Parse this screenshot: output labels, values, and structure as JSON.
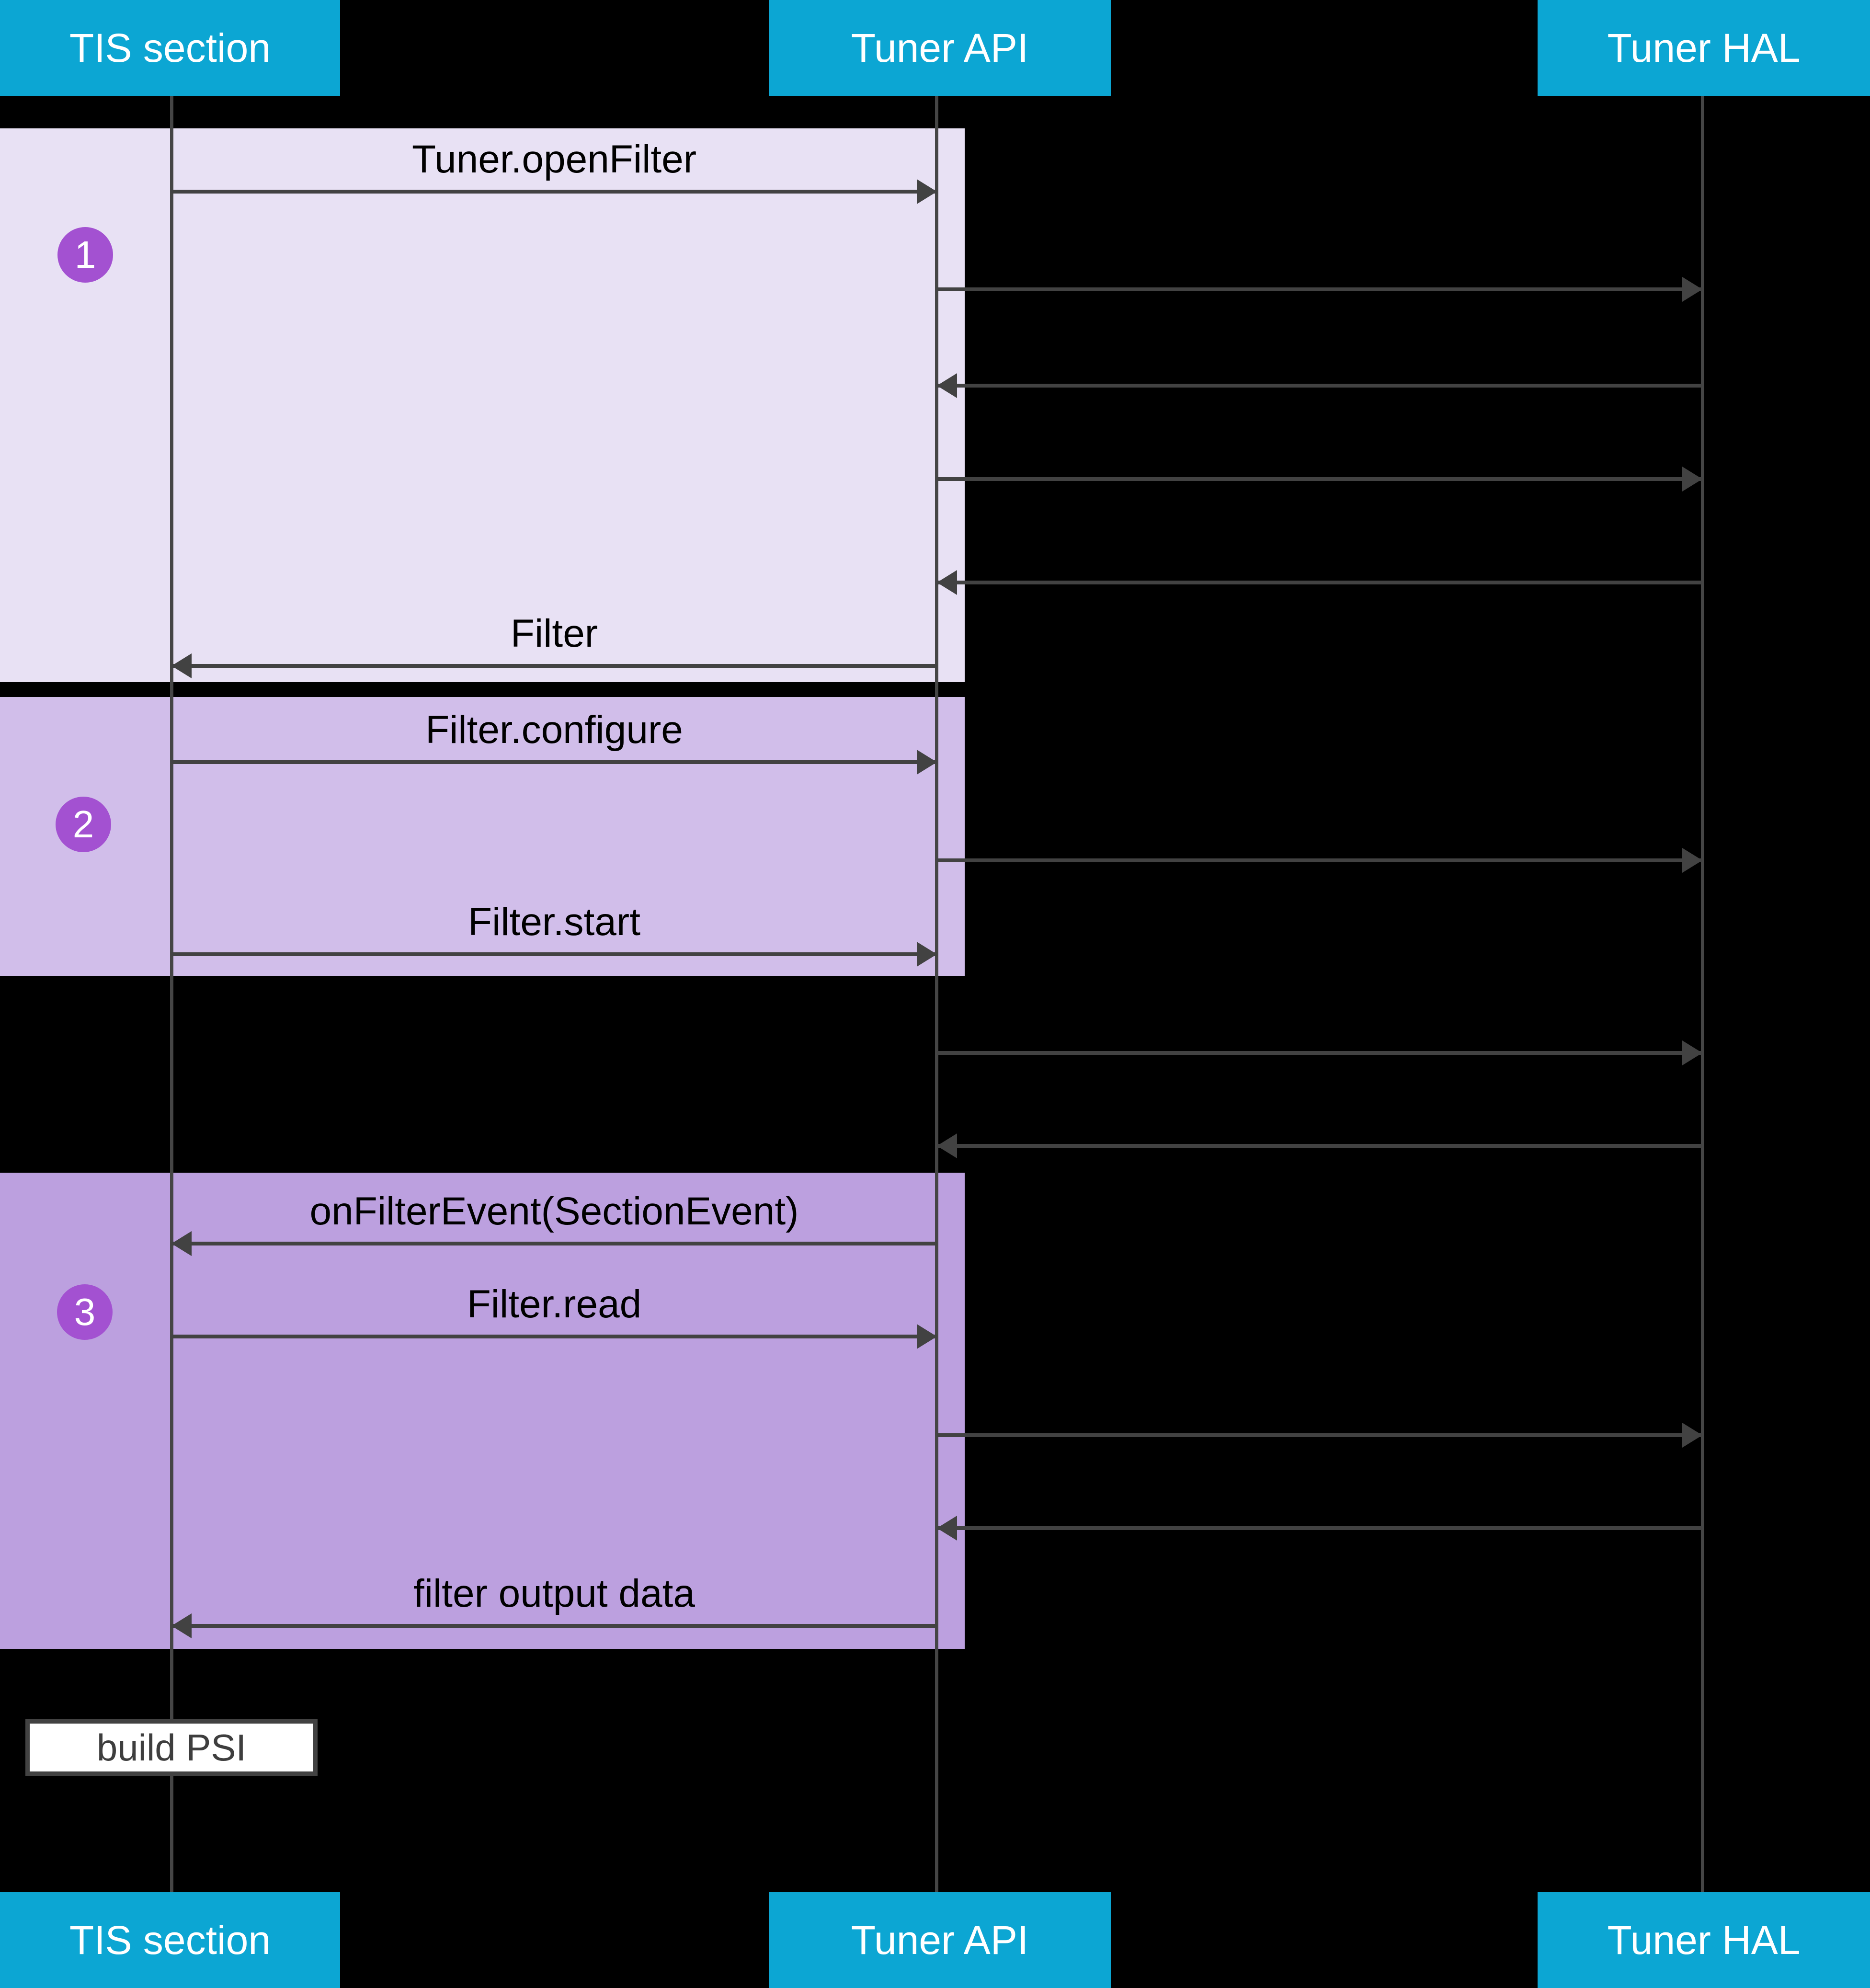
{
  "actors": [
    {
      "id": "tis-section",
      "label": "TIS section"
    },
    {
      "id": "tuner-api",
      "label": "Tuner API"
    },
    {
      "id": "tuner-hal",
      "label": "Tuner HAL"
    }
  ],
  "steps": [
    {
      "number": "1"
    },
    {
      "number": "2"
    },
    {
      "number": "3"
    }
  ],
  "messages": [
    {
      "step": "1",
      "from": "TIS section",
      "to": "Tuner API",
      "label": "Tuner.openFilter"
    },
    {
      "step": "1",
      "from": "Tuner API",
      "to": "Tuner HAL",
      "label": ""
    },
    {
      "step": "1",
      "from": "Tuner HAL",
      "to": "Tuner API",
      "label": ""
    },
    {
      "step": "1",
      "from": "Tuner API",
      "to": "Tuner HAL",
      "label": ""
    },
    {
      "step": "1",
      "from": "Tuner HAL",
      "to": "Tuner API",
      "label": ""
    },
    {
      "step": "1",
      "from": "Tuner API",
      "to": "TIS section",
      "label": "Filter"
    },
    {
      "step": "2",
      "from": "TIS section",
      "to": "Tuner API",
      "label": "Filter.configure"
    },
    {
      "step": "2",
      "from": "Tuner API",
      "to": "Tuner HAL",
      "label": ""
    },
    {
      "step": "2",
      "from": "TIS section",
      "to": "Tuner API",
      "label": "Filter.start"
    },
    {
      "step": "",
      "from": "Tuner API",
      "to": "Tuner HAL",
      "label": ""
    },
    {
      "step": "",
      "from": "Tuner HAL",
      "to": "Tuner API",
      "label": ""
    },
    {
      "step": "3",
      "from": "Tuner API",
      "to": "TIS section",
      "label": "onFilterEvent(SectionEvent)"
    },
    {
      "step": "3",
      "from": "TIS section",
      "to": "Tuner API",
      "label": "Filter.read"
    },
    {
      "step": "3",
      "from": "Tuner API",
      "to": "Tuner HAL",
      "label": ""
    },
    {
      "step": "3",
      "from": "Tuner HAL",
      "to": "Tuner API",
      "label": ""
    },
    {
      "step": "3",
      "from": "Tuner API",
      "to": "TIS section",
      "label": "filter output data"
    }
  ],
  "note": {
    "label": "build PSI"
  },
  "colors": {
    "background": "#000000",
    "header_bg": "#0CA6D3",
    "header_text": "#FFFFFF",
    "step1_bg": "#E8E1F4",
    "step2_bg": "#D1BEEA",
    "step3_bg": "#BCA0DF",
    "badge_bg": "#A351D1",
    "line": "#424242",
    "note_bg": "#FFFFFF"
  }
}
